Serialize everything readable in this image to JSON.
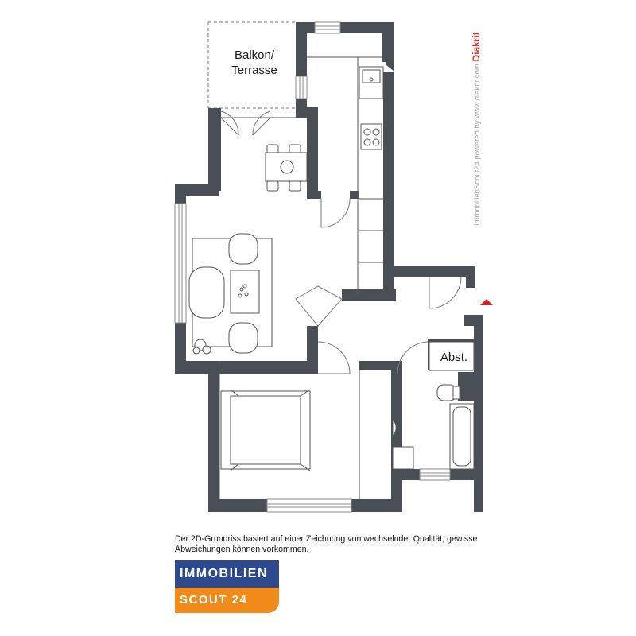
{
  "rooms": {
    "balcony": "Balkon/\nTerrasse",
    "storage": "Abst."
  },
  "watermark": {
    "text": "ImmobilienScout24 powered by www.diakrit.com",
    "brand": "Diakrit"
  },
  "disclaimer": "Der 2D-Grundriss basiert auf einer Zeichnung von wechselnder Qualität, gewisse Abweichungen können vorkommen.",
  "logo": {
    "top": "IMMOBILIEN",
    "bottom": "SCOUT 24",
    "colors": {
      "top": "#2e4a8f",
      "bottom": "#f08a18"
    }
  },
  "colors": {
    "wall": "#4a4f55",
    "entrance_marker": "#d62020"
  }
}
